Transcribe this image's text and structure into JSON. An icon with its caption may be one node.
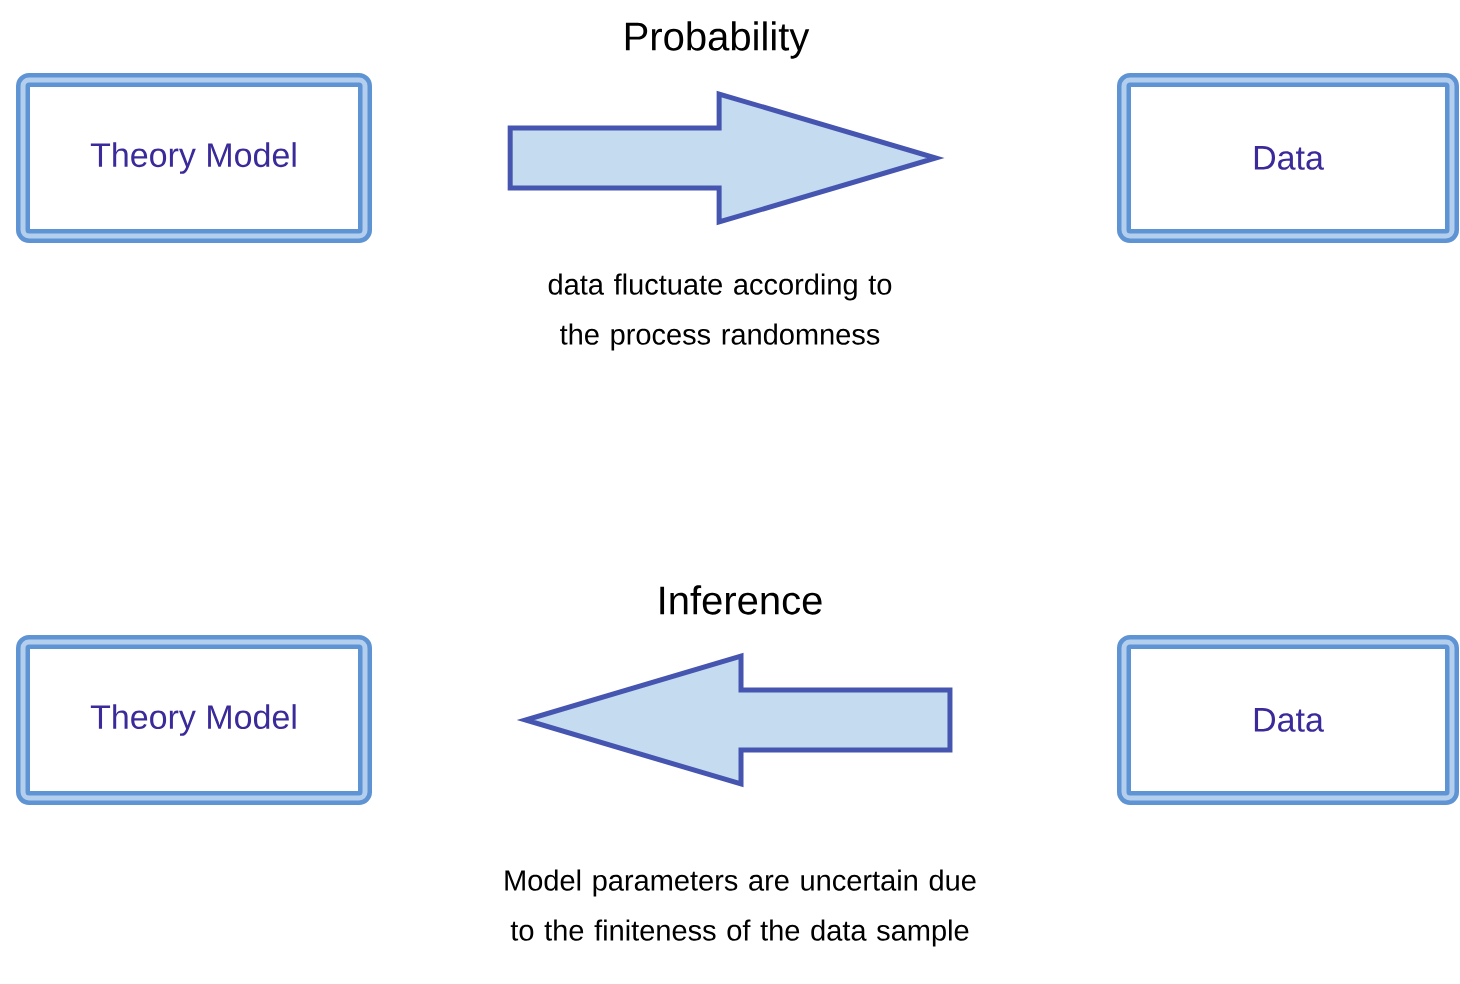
{
  "diagram": {
    "nodes": [
      {
        "text": [
          "Theory Model"
        ]
      },
      {
        "text": [
          "Data"
        ]
      },
      {
        "text": [
          "Theory Model"
        ]
      },
      {
        "text": [
          "Data"
        ]
      }
    ],
    "edges": [
      {
        "from": 0,
        "to": 1,
        "arrow": "to",
        "label": "Probability"
      },
      {
        "from": 3,
        "to": 2,
        "arrow": "to",
        "label": "Inference"
      }
    ],
    "labels": [
      "data fluctuate according to the process randomness",
      "Model parameters are uncertain due to the finiteness of the data sample"
    ]
  }
}
